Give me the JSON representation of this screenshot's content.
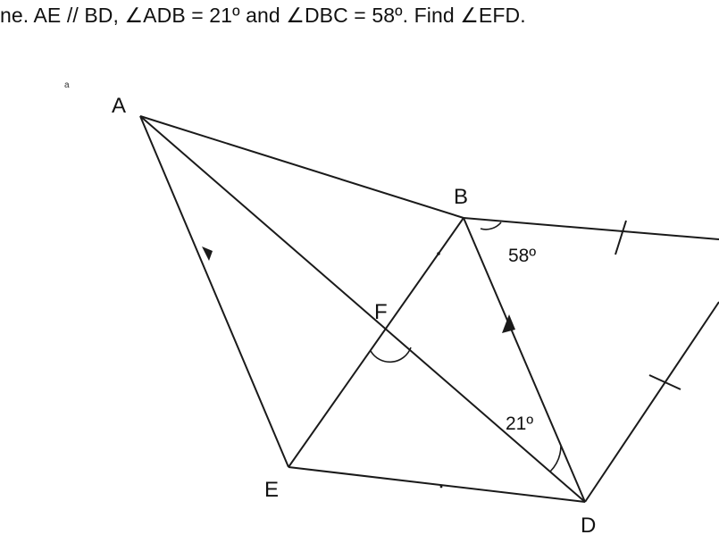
{
  "problem": {
    "text": "ne. AE // BD, ∠ADB = 21º and ∠DBC = 58º. Find ∠EFD."
  },
  "diagram": {
    "points": {
      "A": "A",
      "B": "B",
      "E": "E",
      "F": "F",
      "D": "D"
    },
    "angles": {
      "DBC": "58º",
      "ADB": "21º"
    },
    "stray_mark": "a"
  }
}
